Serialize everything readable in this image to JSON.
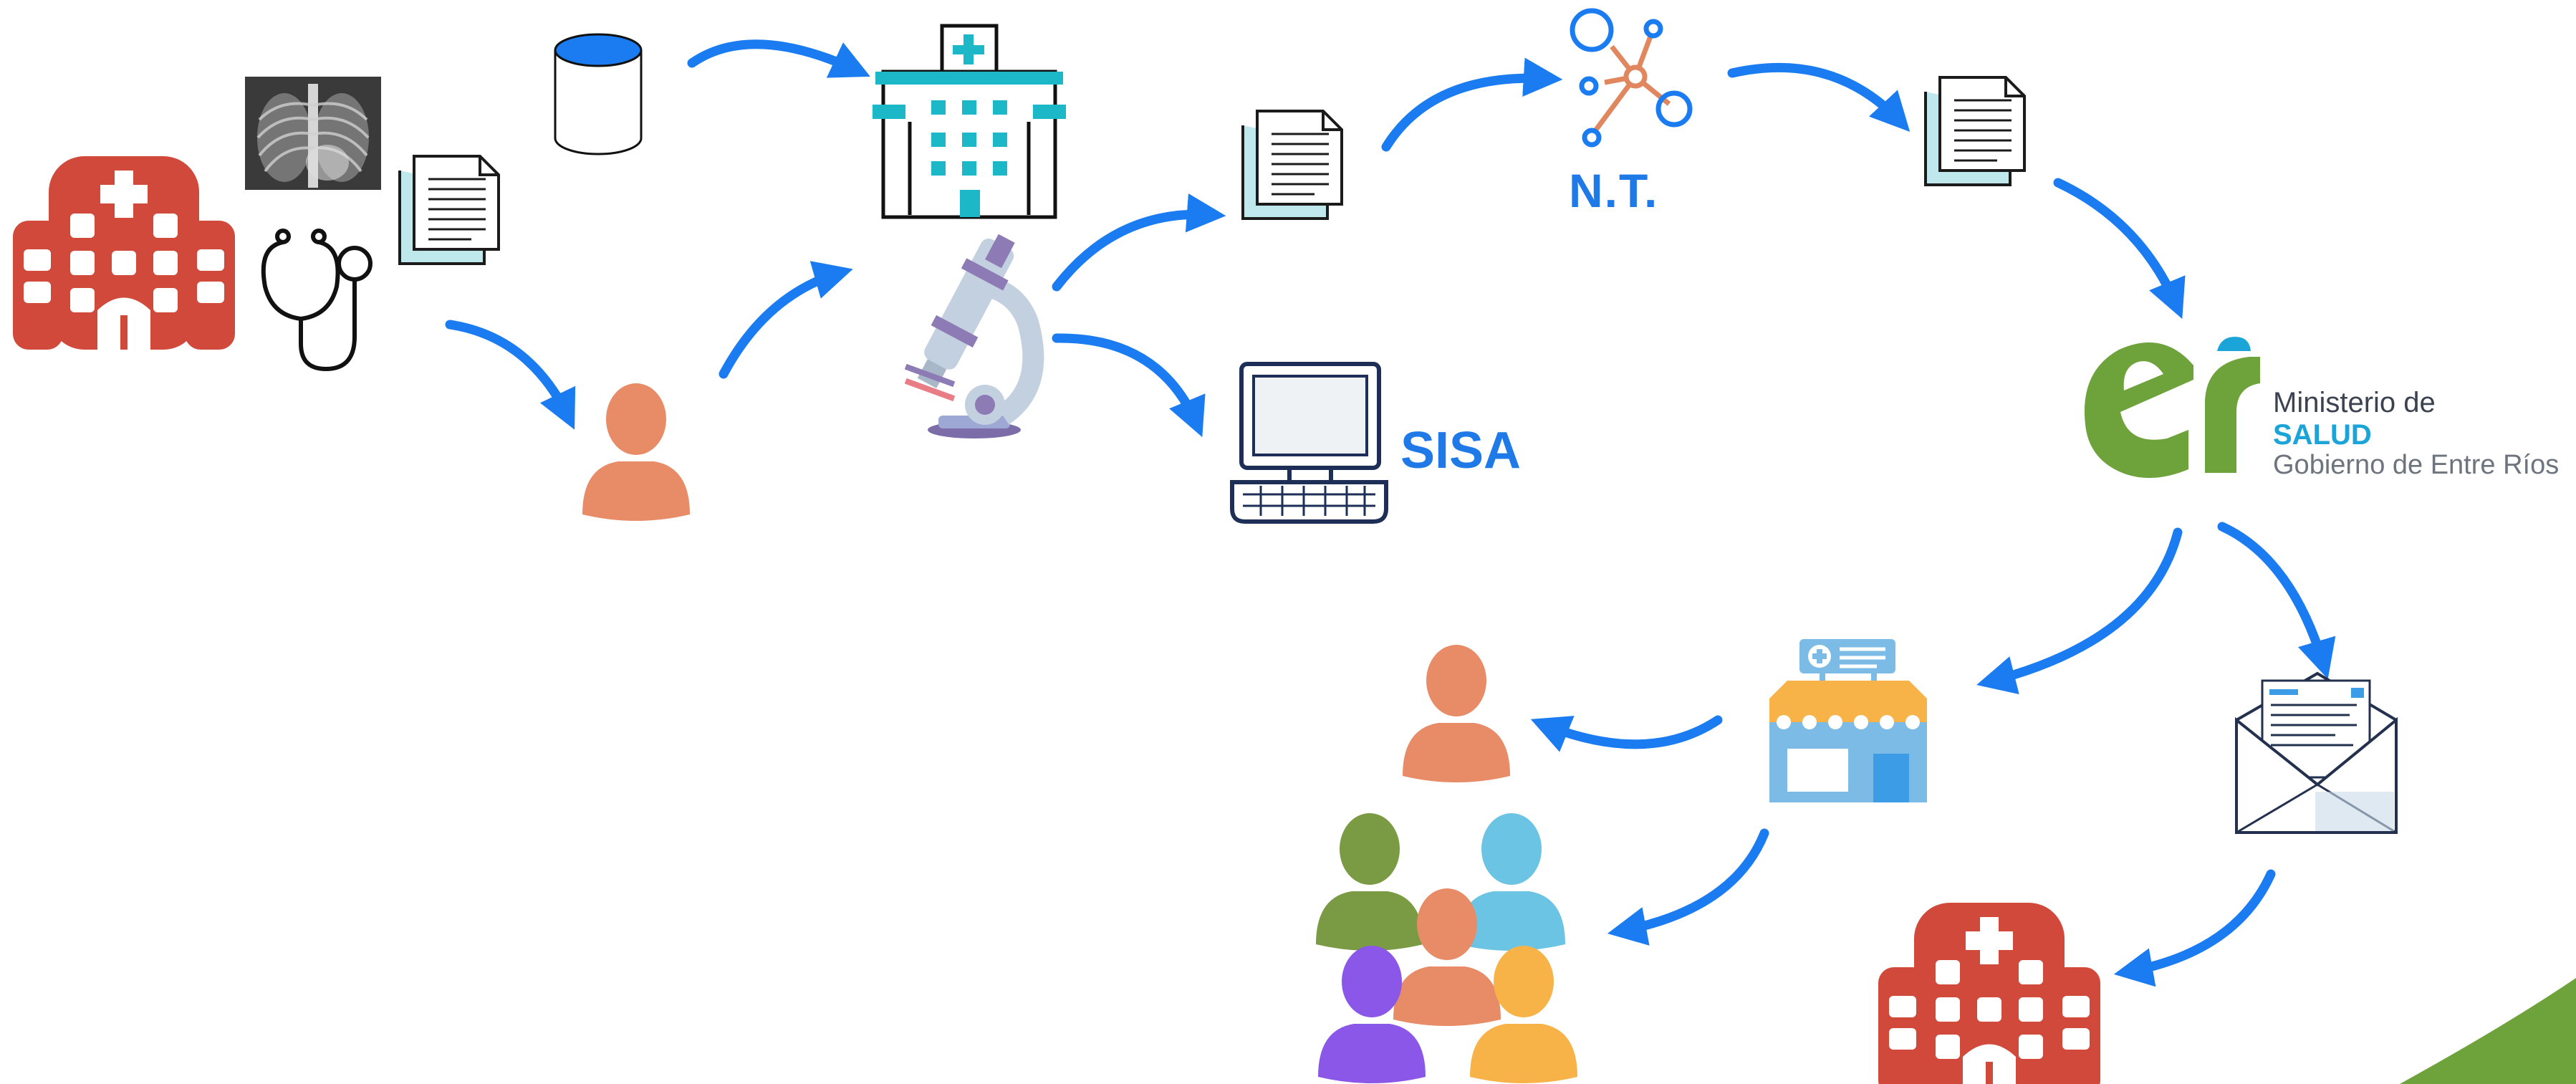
{
  "labels": {
    "nt": "N.T.",
    "sisa": "SISA"
  },
  "logo": {
    "line1": "Ministerio de",
    "line2": "SALUD",
    "line3": "Gobierno de Entre Ríos"
  },
  "colors": {
    "arrow": "#1a7cf0",
    "hospital_red": "#d0493a",
    "person_orange": "#e88b67",
    "logo_green": "#6ea23a",
    "logo_blue": "#1aa4d8",
    "teal": "#1cb8c7",
    "corner_green": "#6ea23a"
  },
  "icons": [
    "hospital-red-icon",
    "xray-icon",
    "stethoscope-icon",
    "document-icon",
    "database-icon",
    "person-icon",
    "hospital-building-icon",
    "microscope-icon",
    "computer-icon",
    "network-icon",
    "pharmacy-store-icon",
    "envelope-icon",
    "group-people-icon",
    "logo-er-icon"
  ]
}
